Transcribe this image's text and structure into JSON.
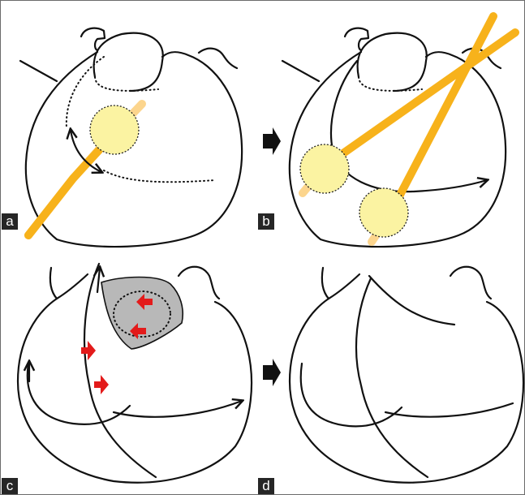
{
  "panels": [
    {
      "id": "a",
      "label": "a"
    },
    {
      "id": "b",
      "label": "b"
    },
    {
      "id": "c",
      "label": "c"
    },
    {
      "id": "d",
      "label": "d"
    }
  ],
  "colors": {
    "band": "#f7b21b",
    "band_faint": "#fcd58d",
    "disc_fill": "#fbf3a2",
    "outline": "#111111",
    "patch_fill": "#b8b8b8",
    "red_arrow": "#e31b1b",
    "badge": "#262626"
  },
  "icons": {
    "transition": "right-arrow-icon",
    "push": "red-arrow-icon"
  }
}
